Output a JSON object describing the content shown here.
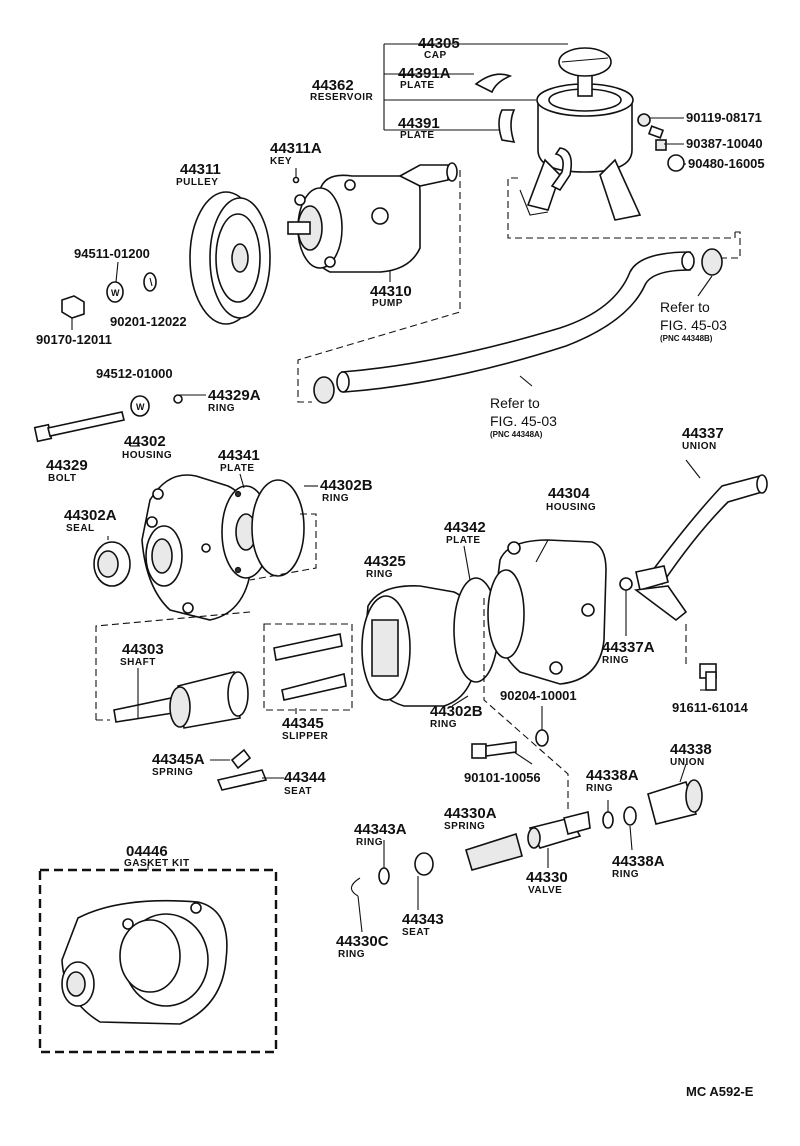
{
  "diagram": {
    "footer_code": "MC A592-E",
    "parts": {
      "p44305": {
        "num": "44305",
        "name": "CAP"
      },
      "p44362": {
        "num": "44362",
        "name": "RESERVOIR"
      },
      "p44391A": {
        "num": "44391A",
        "name": "PLATE"
      },
      "p44391": {
        "num": "44391",
        "name": "PLATE"
      },
      "p90119": {
        "num": "90119-08171"
      },
      "p90387": {
        "num": "90387-10040"
      },
      "p90480": {
        "num": "90480-16005"
      },
      "p44311A": {
        "num": "44311A",
        "name": "KEY"
      },
      "p44311": {
        "num": "44311",
        "name": "PULLEY"
      },
      "p44310": {
        "num": "44310",
        "name": "PUMP"
      },
      "p94511": {
        "num": "94511-01200"
      },
      "p90201": {
        "num": "90201-12022"
      },
      "p90170": {
        "num": "90170-12011"
      },
      "p94512": {
        "num": "94512-01000"
      },
      "p44329A": {
        "num": "44329A",
        "name": "RING"
      },
      "p44329": {
        "num": "44329",
        "name": "BOLT"
      },
      "p44302": {
        "num": "44302",
        "name": "HOUSING"
      },
      "p44341": {
        "num": "44341",
        "name": "PLATE"
      },
      "p44302B_top": {
        "num": "44302B",
        "name": "RING"
      },
      "p44302A": {
        "num": "44302A",
        "name": "SEAL"
      },
      "p44325": {
        "num": "44325",
        "name": "RING"
      },
      "p44342": {
        "num": "44342",
        "name": "PLATE"
      },
      "p44304": {
        "num": "44304",
        "name": "HOUSING"
      },
      "p44337": {
        "num": "44337",
        "name": "UNION"
      },
      "p44303": {
        "num": "44303",
        "name": "SHAFT"
      },
      "p44345": {
        "num": "44345",
        "name": "SLIPPER"
      },
      "p44302B_bottom": {
        "num": "44302B",
        "name": "RING"
      },
      "p90204": {
        "num": "90204-10001"
      },
      "p44337A": {
        "num": "44337A",
        "name": "RING"
      },
      "p91611": {
        "num": "91611-61014"
      },
      "p44345A": {
        "num": "44345A",
        "name": "SPRING"
      },
      "p44344": {
        "num": "44344",
        "name": "SEAT"
      },
      "p90101": {
        "num": "90101-10056"
      },
      "p44338": {
        "num": "44338",
        "name": "UNION"
      },
      "p44338A_top": {
        "num": "44338A",
        "name": "RING"
      },
      "p44338A_bottom": {
        "num": "44338A",
        "name": "RING"
      },
      "p44343A": {
        "num": "44343A",
        "name": "RING"
      },
      "p44330A": {
        "num": "44330A",
        "name": "SPRING"
      },
      "p44330": {
        "num": "44330",
        "name": "VALVE"
      },
      "p44343": {
        "num": "44343",
        "name": "SEAT"
      },
      "p44330C": {
        "num": "44330C",
        "name": "RING"
      },
      "p04446": {
        "num": "04446",
        "name": "GASKET KIT"
      }
    },
    "refs": {
      "upper": {
        "line1": "Refer to",
        "line2": "FIG. 45-03",
        "pnc": "(PNC 44348B)"
      },
      "lower": {
        "line1": "Refer to",
        "line2": "FIG. 45-03",
        "pnc": "(PNC 44348A)"
      }
    },
    "washer_mark": "W"
  }
}
